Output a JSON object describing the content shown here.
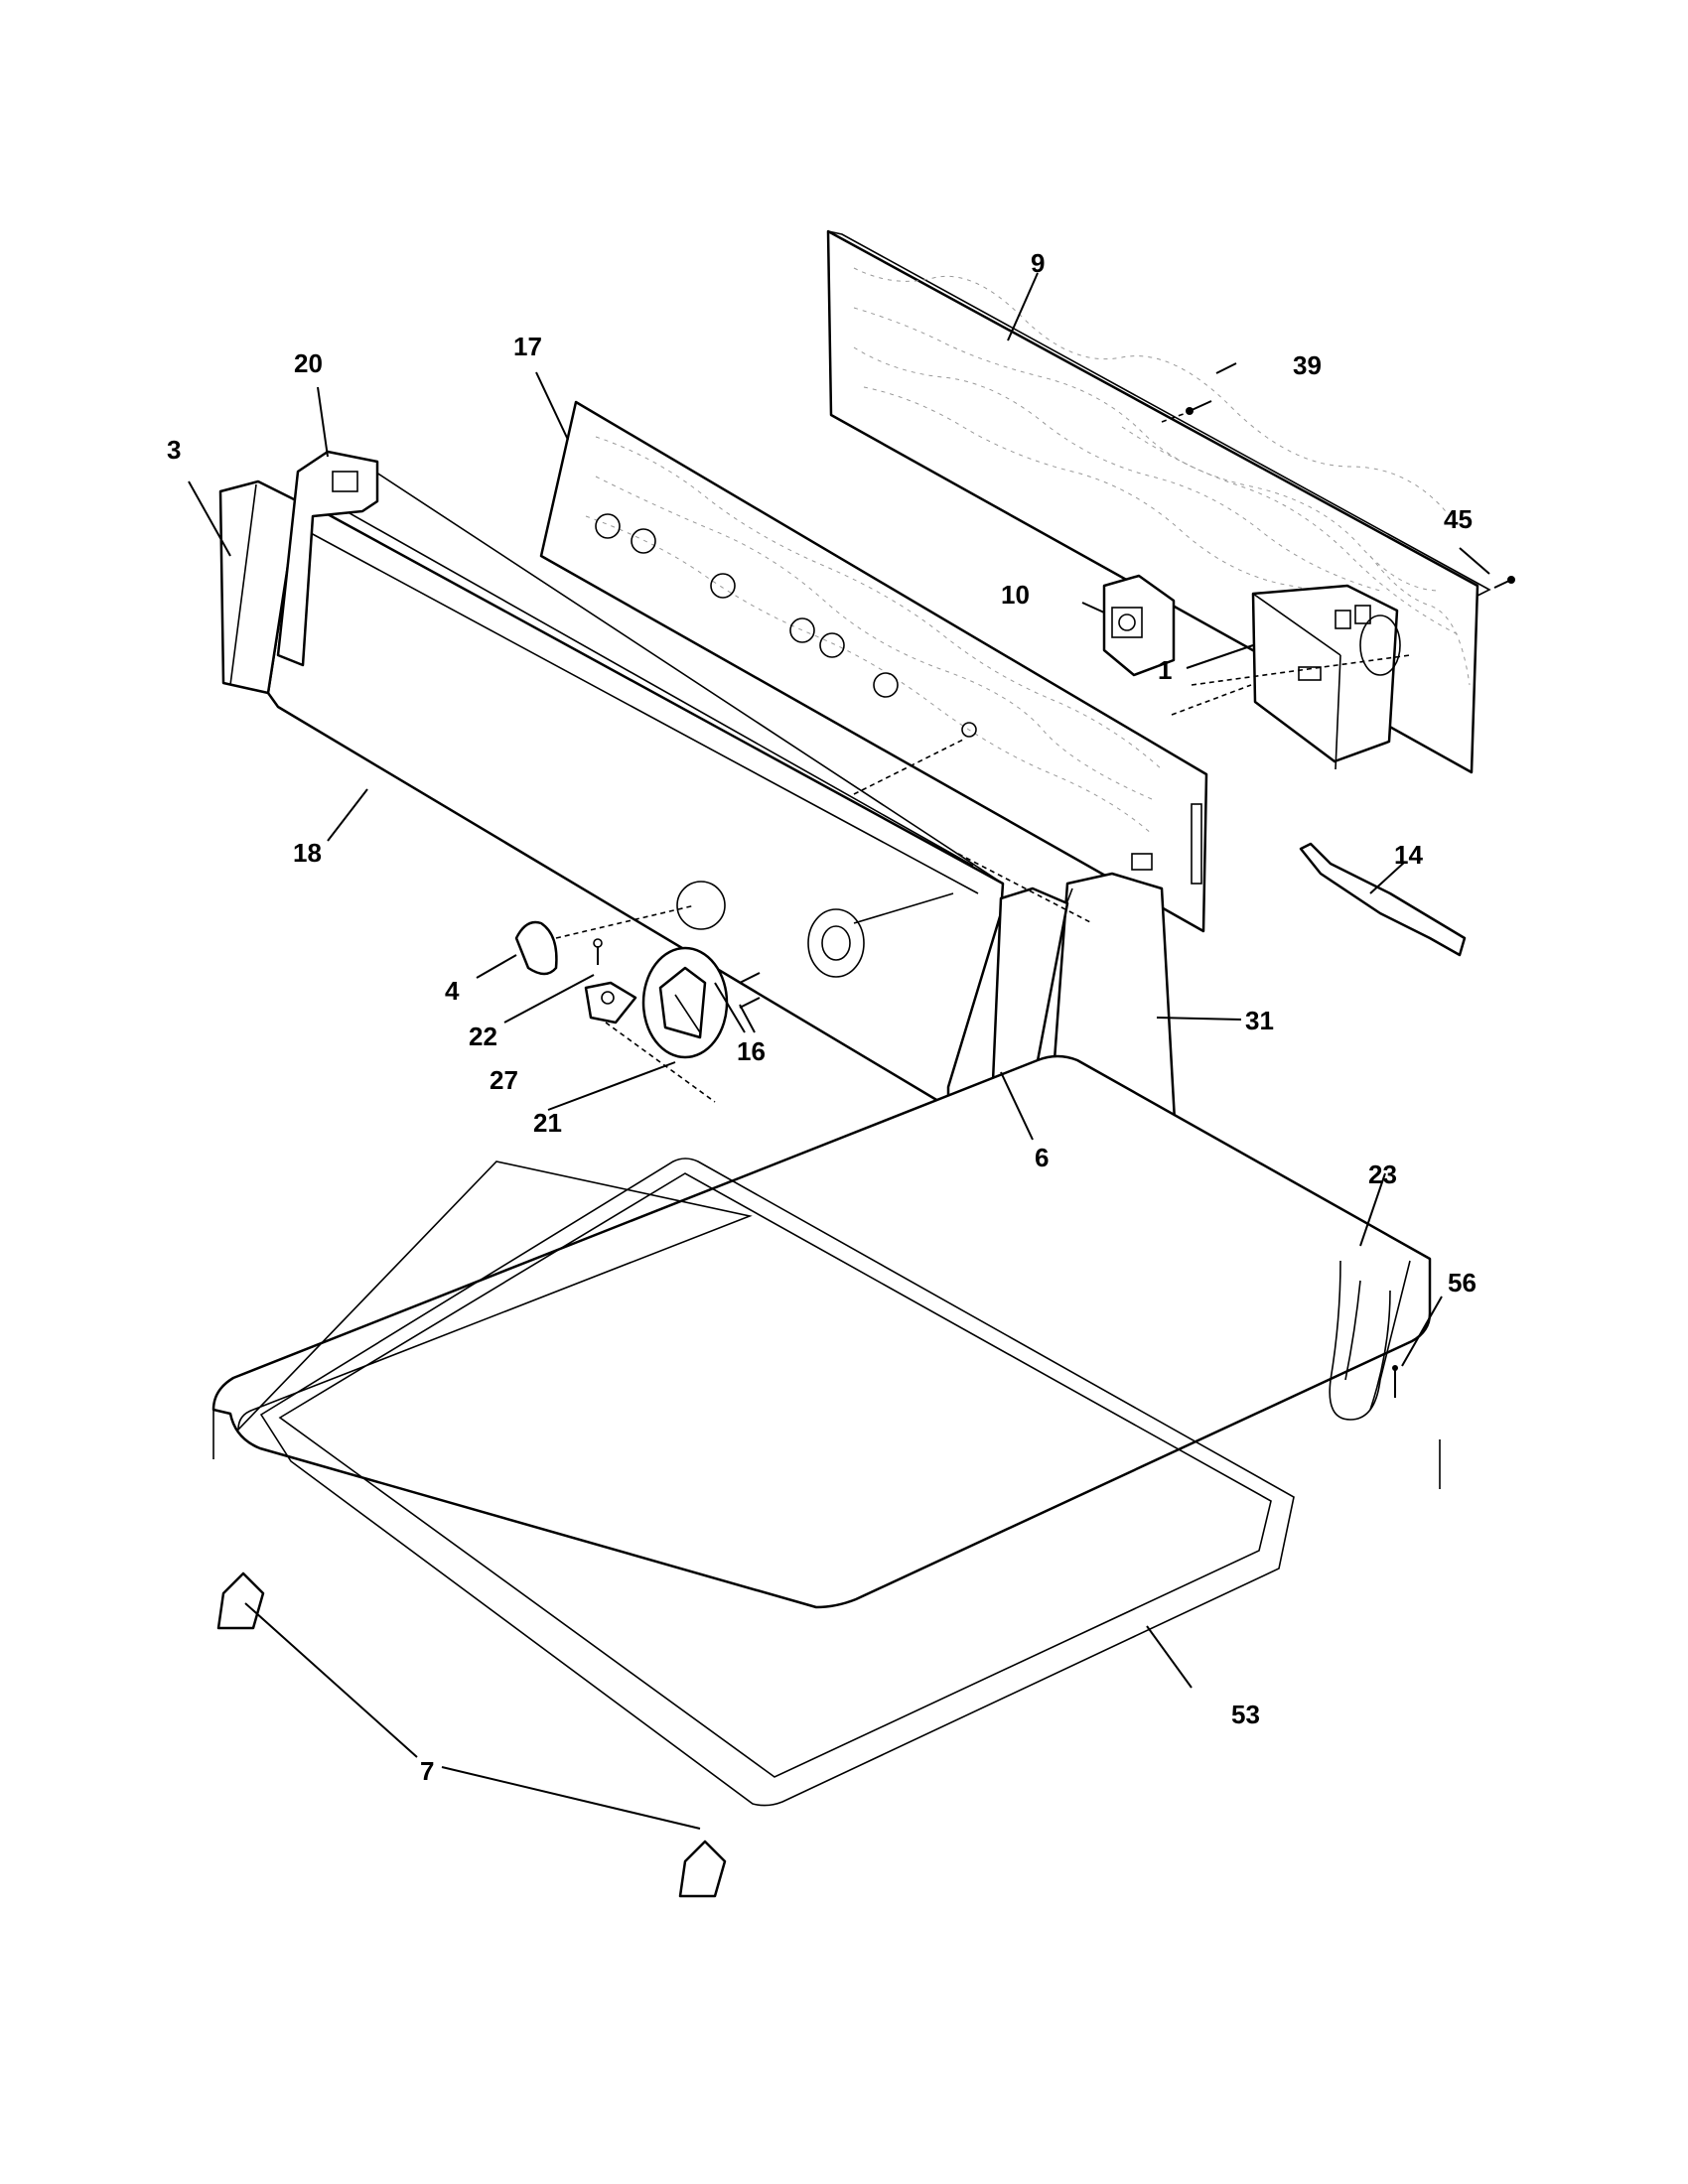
{
  "callouts": {
    "c1": "1",
    "c3": "3",
    "c4": "4",
    "c6": "6",
    "c7": "7",
    "c9": "9",
    "c10": "10",
    "c14": "14",
    "c16": "16",
    "c17": "17",
    "c18": "18",
    "c20": "20",
    "c21": "21",
    "c22": "22",
    "c23": "23",
    "c27": "27",
    "c31": "31",
    "c39": "39",
    "c45": "45",
    "c53": "53",
    "c56": "56"
  }
}
